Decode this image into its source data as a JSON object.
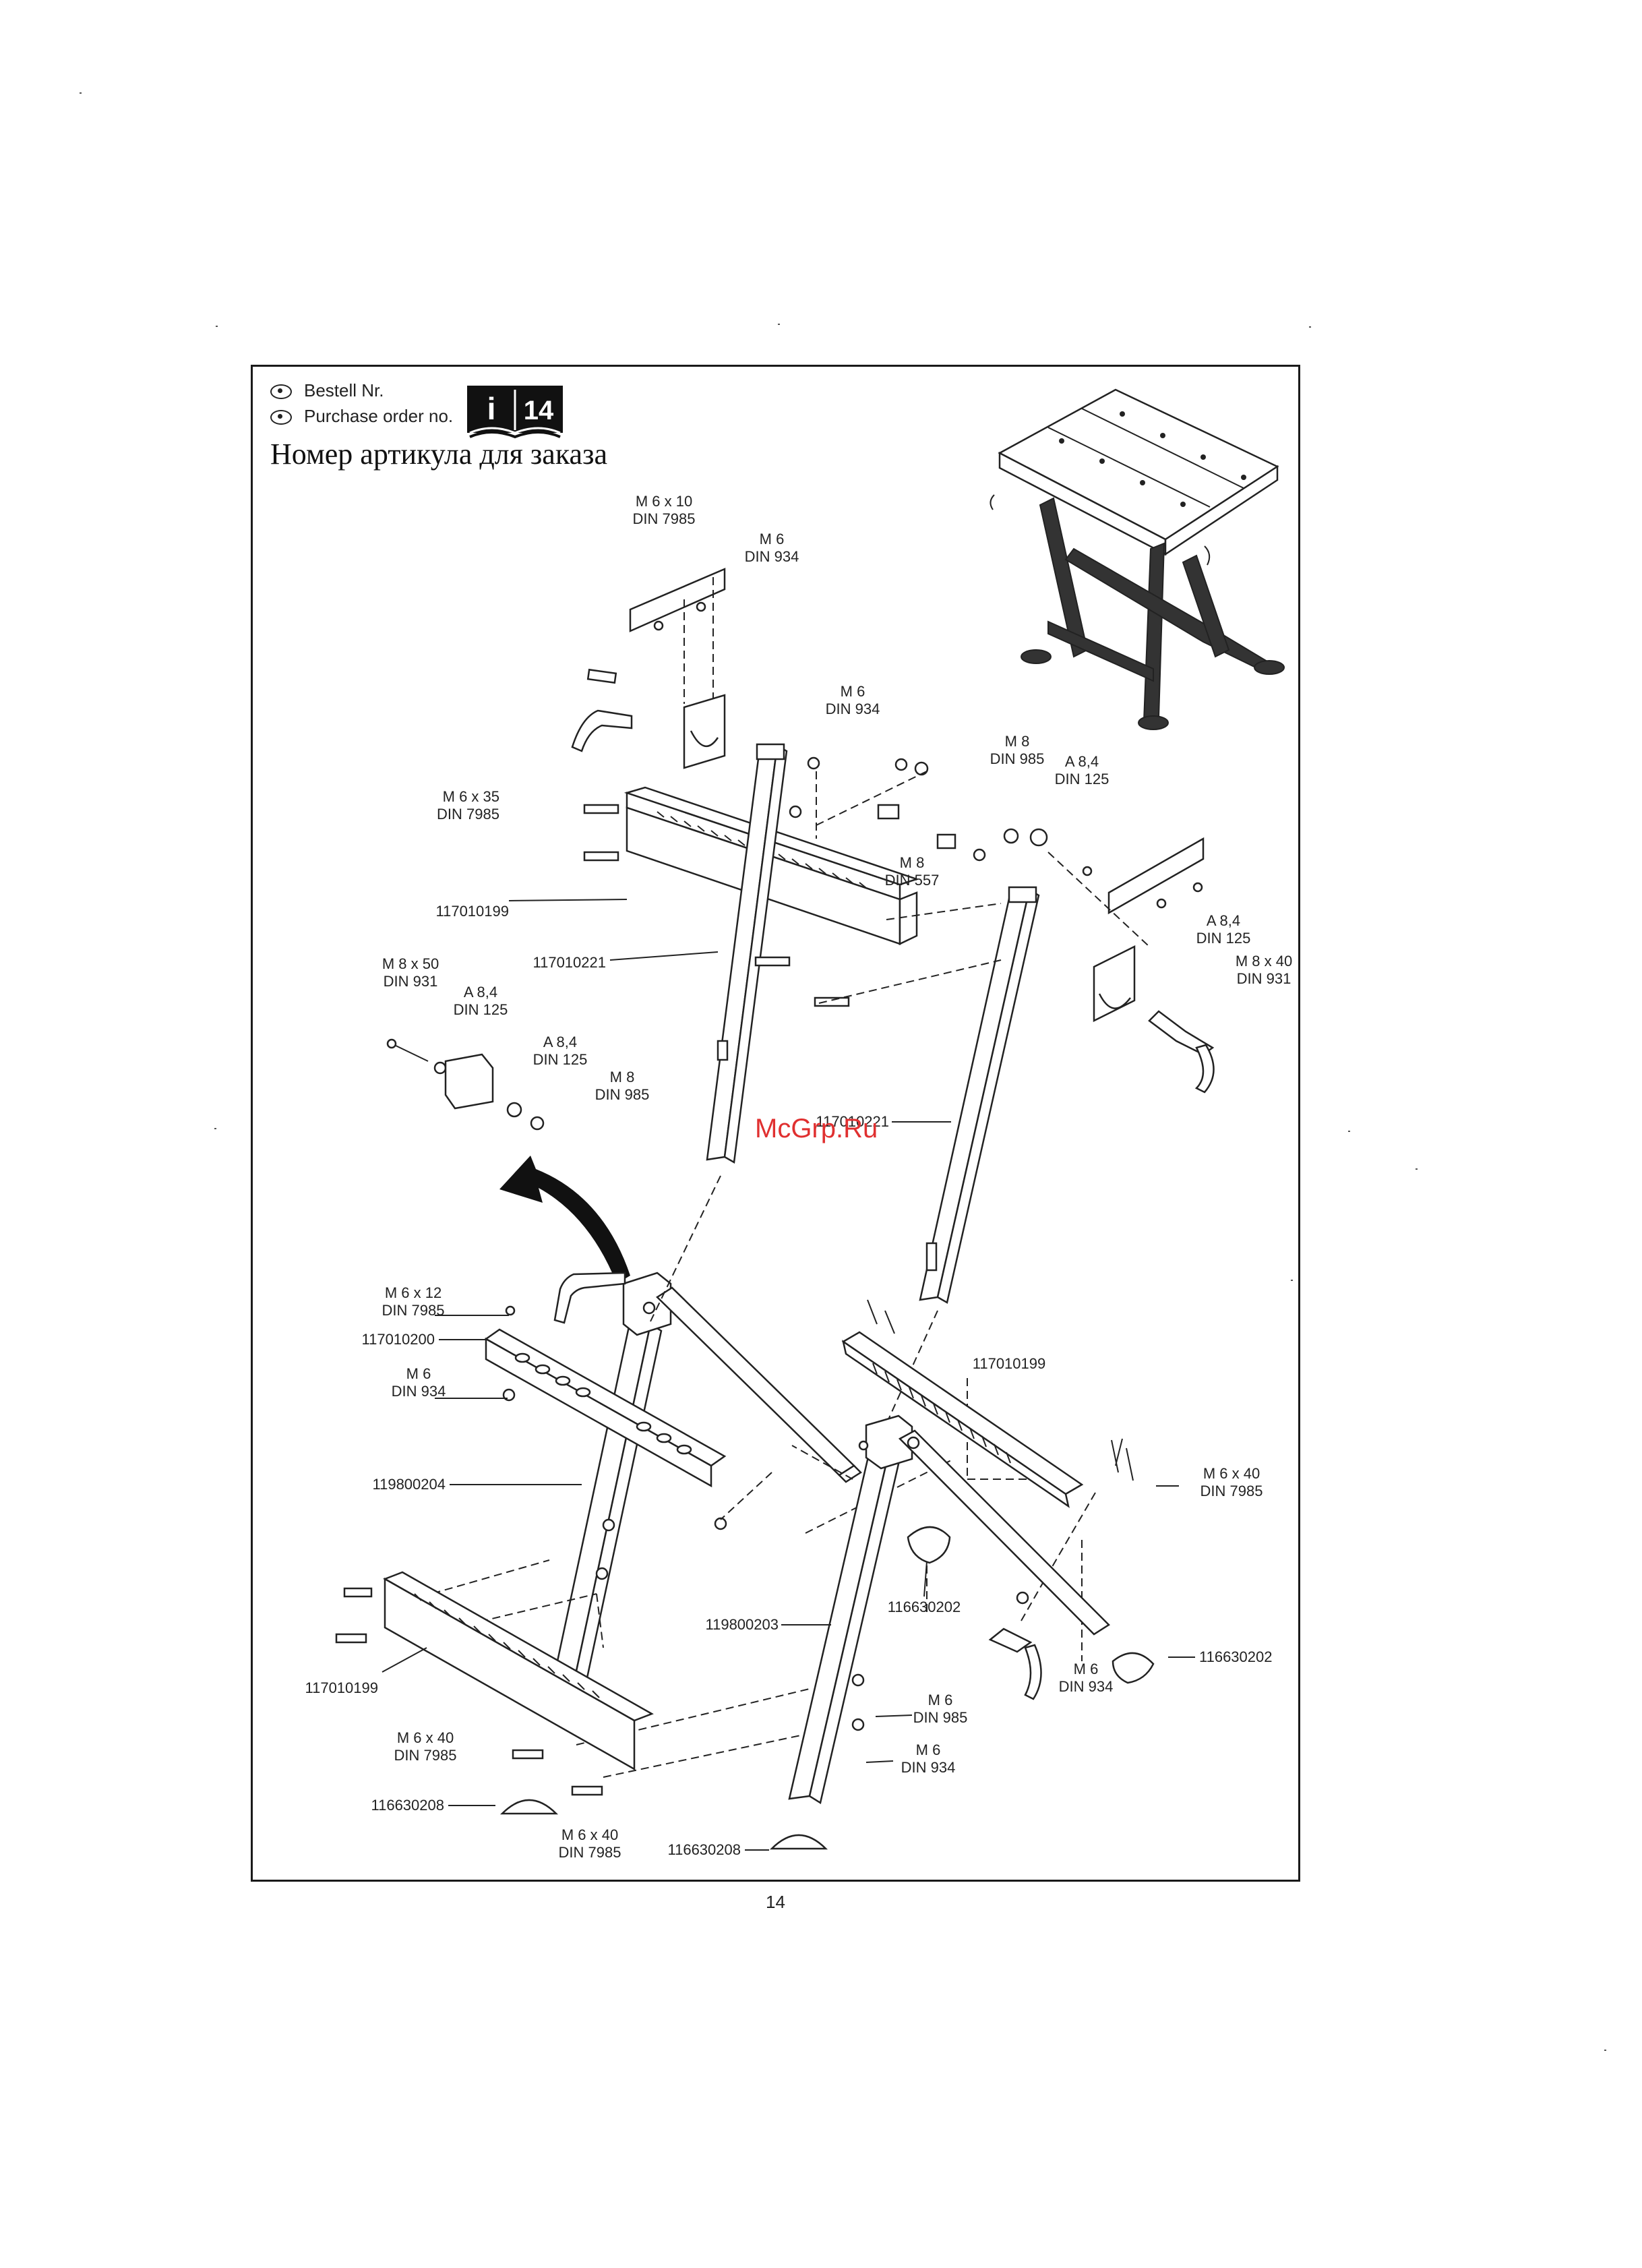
{
  "header": {
    "line1": "Bestell Nr.",
    "line2": "Purchase order no.",
    "title_ru": "Номер артикула для заказа",
    "badge_letter": "i",
    "badge_number": "14"
  },
  "labels": {
    "m6x10": "M 6 x 10",
    "din7985_a": "DIN 7985",
    "m6_a": "M 6",
    "din934_a": "DIN 934",
    "m6_b": "M 6",
    "din934_b": "DIN 934",
    "m6x35": "M 6 x 35",
    "din7985_b": "DIN 7985",
    "m8_a": "M 8",
    "din985_a": "DIN 985",
    "a84_a": "A 8,4",
    "din125_a": "DIN 125",
    "m8_b": "M 8",
    "din557": "DIN 557",
    "p117010199_a": "117010199",
    "p117010221_a": "117010221",
    "a84_b": "A 8,4",
    "din125_b": "DIN 125",
    "m8x40": "M 8 x 40",
    "din931_a": "DIN 931",
    "m8x50": "M 8 x 50",
    "din931_b": "DIN 931",
    "a84_c": "A 8,4",
    "din125_c": "DIN 125",
    "a84_d": "A 8,4",
    "din125_d": "DIN 125",
    "m8_c": "M 8",
    "din985_b": "DIN 985",
    "p117010221_b": "117010221",
    "m6x12": "M 6 x 12",
    "din7985_c": "DIN 7985",
    "p117010200": "117010200",
    "m6_c": "M 6",
    "din934_c": "DIN 934",
    "p117010199_b": "117010199",
    "p119800204": "119800204",
    "m6x40_a": "M 6 x 40",
    "din7985_d": "DIN 7985",
    "p116630202_a": "116630202",
    "p119800203": "119800203",
    "p116630202_b": "116630202",
    "m6_d": "M 6",
    "din934_d": "DIN 934",
    "p117010199_c": "117010199",
    "m6_e": "M 6",
    "din985_c": "DIN 985",
    "m6x40_b": "M 6 x 40",
    "din7985_e": "DIN 7985",
    "m6_f": "M 6",
    "din934_e": "DIN 934",
    "p116630208_a": "116630208",
    "m6x40_c": "M 6 x 40",
    "din7985_f": "DIN 7985",
    "p116630208_b": "116630208"
  },
  "watermark": "McGrp.Ru",
  "page_number": "14"
}
